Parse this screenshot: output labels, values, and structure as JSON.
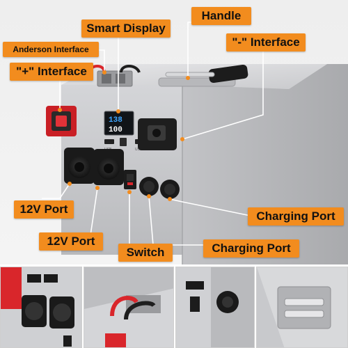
{
  "labels": {
    "handle": "Handle",
    "smart_display": "Smart Display",
    "anderson_interface": "Anderson Interface",
    "neg_interface": "\"-\" Interface",
    "pos_interface": "\"+\" Interface",
    "port_12v_a": "12V Port",
    "port_12v_b": "12V Port",
    "switch": "Switch",
    "charging_port_a": "Charging Port",
    "charging_port_b": "Charging Port"
  },
  "display_readout": {
    "line1": "138",
    "line2": "100"
  },
  "usb_label": "USB",
  "colors": {
    "label_orange": "#f28c1e",
    "leader_white": "#ffffff",
    "leader_dot": "#f28c1e",
    "terminal_red": "#d9262b",
    "terminal_black": "#1e1e1e",
    "case_gray": "#c9cacc",
    "display_blue": "#3fa6ff"
  },
  "thumbnails": [
    "front-panel-closeup",
    "anderson-connector-closeup",
    "switch-and-port-closeup",
    "handle-closeup"
  ]
}
